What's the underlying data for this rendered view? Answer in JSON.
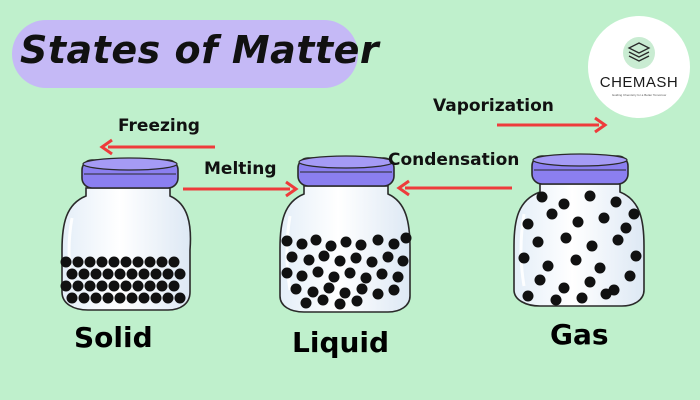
{
  "title": "States of Matter",
  "logo": {
    "name": "CHEMASH",
    "tagline": "Guiding Chemistry for a Better Tomorrow",
    "icon": "stacked-layers-icon"
  },
  "processes": {
    "freezing": "Freezing",
    "melting": "Melting",
    "condensation": "Condensation",
    "vaporization": "Vaporization"
  },
  "states": {
    "solid": "Solid",
    "liquid": "Liquid",
    "gas": "Gas"
  },
  "colors": {
    "background": "#bff0cc",
    "title_pill": "#c5b9f6",
    "jar_lid": "#8b7ff0",
    "arrow": "#ee3b3b",
    "particle": "#111111"
  }
}
